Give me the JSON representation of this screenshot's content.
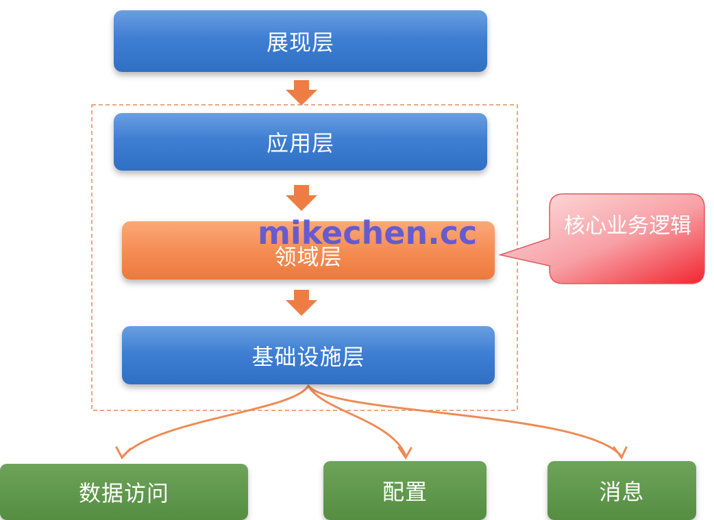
{
  "layers": {
    "presentation": "展现层",
    "application": "应用层",
    "domain": "领域层",
    "infrastructure": "基础设施层"
  },
  "callout": {
    "text": "核心业务逻辑"
  },
  "infrastructure_targets": {
    "data_access": "数据访问",
    "config": "配置",
    "message": "消息"
  },
  "watermark": "mikechen.cc",
  "colors": {
    "layer_blue": "#3f7fd3",
    "domain_orange": "#f48b52",
    "arrow_orange": "#ee7d45",
    "target_green": "#548e41",
    "callout_red": "#f5303f",
    "watermark": "#5a56d8"
  }
}
